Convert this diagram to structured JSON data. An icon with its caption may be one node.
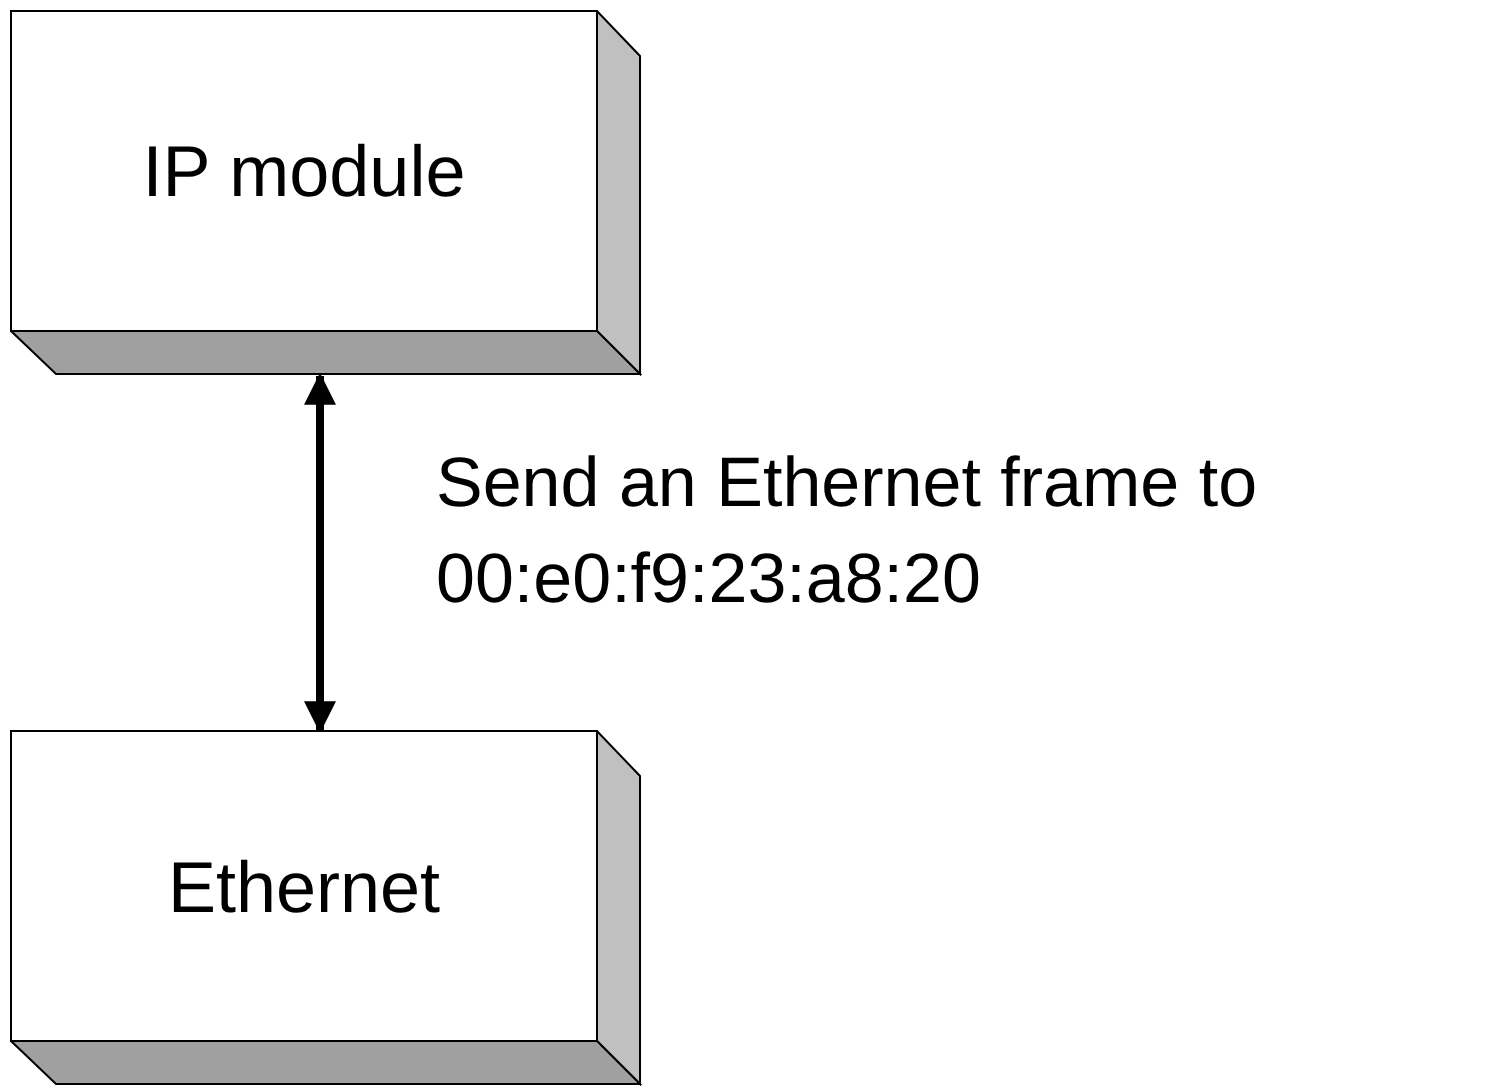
{
  "diagram": {
    "nodes": [
      {
        "text": [
          "IP module"
        ]
      },
      {
        "text": [
          "Ethernet"
        ]
      }
    ],
    "edges": [
      {
        "from": 0,
        "to": 1,
        "arrow": "both",
        "label": "Send an Ethernet frame to 00:e0:f9:23:a8:20"
      }
    ]
  }
}
